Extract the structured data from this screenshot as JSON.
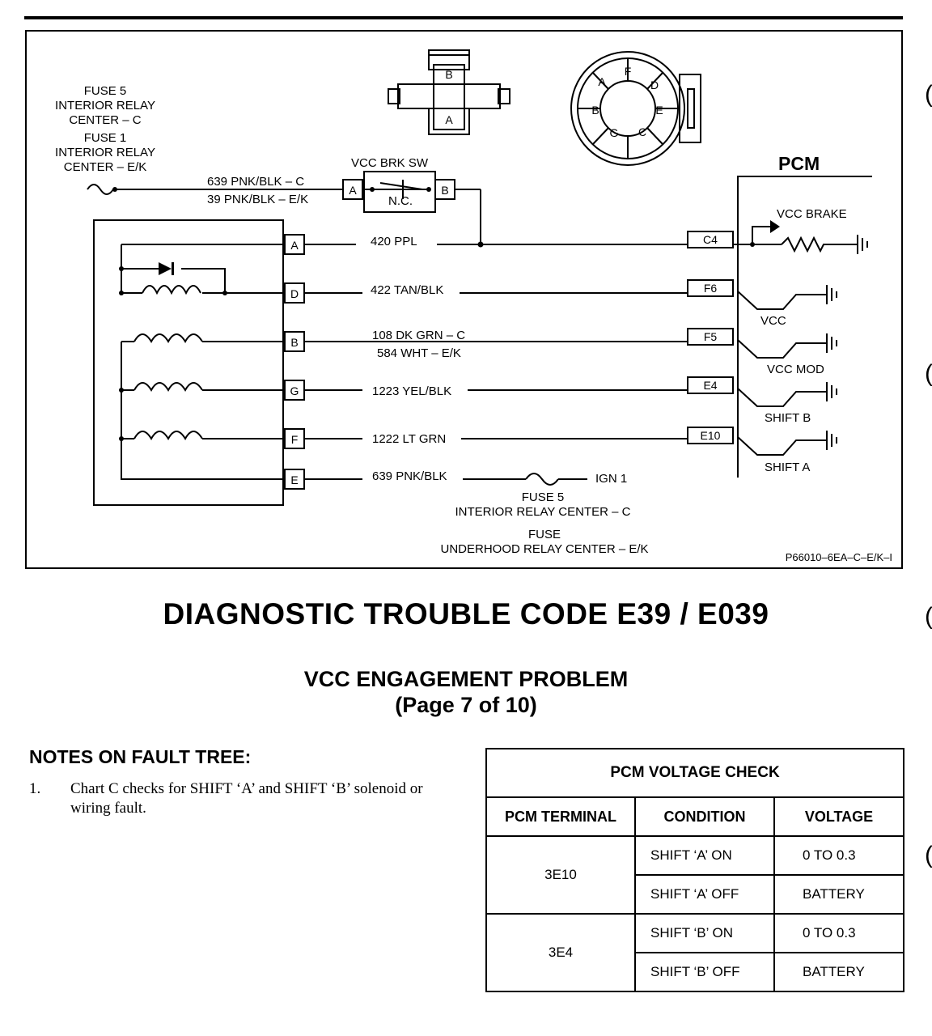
{
  "diagram": {
    "fuse_top": [
      "FUSE 5",
      "INTERIOR RELAY",
      "CENTER – C",
      "FUSE 1",
      "INTERIOR RELAY",
      "CENTER – E/K"
    ],
    "feed_wire": [
      "639 PNK/BLK – C",
      "39 PNK/BLK – E/K"
    ],
    "switch_title": "VCC BRK SW",
    "switch_pin_a": "A",
    "switch_pin_b": "B",
    "switch_nc": "N.C.",
    "connector_front": {
      "top": "B",
      "bottom": "A"
    },
    "connector_round": [
      "A",
      "F",
      "D",
      "B",
      "E",
      "G",
      "C"
    ],
    "pcm_title": "PCM",
    "left_pins": [
      "A",
      "D",
      "B",
      "G",
      "F",
      "E"
    ],
    "wires": [
      "420 PPL",
      "422 TAN/BLK",
      "108 DK GRN – C",
      "584 WHT – E/K",
      "1223 YEL/BLK",
      "1222 LT GRN",
      "639 PNK/BLK"
    ],
    "pcm_pins": [
      "C4",
      "F6",
      "F5",
      "E4",
      "E10"
    ],
    "pcm_outputs": [
      "VCC BRAKE",
      "VCC",
      "VCC MOD",
      "SHIFT B",
      "SHIFT A"
    ],
    "ign_label": "IGN 1",
    "bottom_fuse": [
      "FUSE 5",
      "INTERIOR RELAY CENTER – C",
      "FUSE",
      "UNDERHOOD RELAY CENTER – E/K"
    ],
    "figure_code": "P66010–6EA–C–E/K–I"
  },
  "heading": "DIAGNOSTIC TROUBLE CODE E39 / E039",
  "subheading": "VCC ENGAGEMENT PROBLEM",
  "page_note": "(Page 7 of 10)",
  "notes": {
    "title": "NOTES ON FAULT TREE:",
    "items": [
      {
        "num": "1.",
        "text": "Chart C checks for SHIFT ‘A’ and SHIFT ‘B’ solenoid or wiring fault."
      }
    ]
  },
  "voltage_table": {
    "title": "PCM VOLTAGE CHECK",
    "headers": [
      "PCM TERMINAL",
      "CONDITION",
      "VOLTAGE"
    ],
    "groups": [
      {
        "terminal": "3E10",
        "rows": [
          {
            "condition": "SHIFT ‘A’ ON",
            "voltage": "0 TO 0.3"
          },
          {
            "condition": "SHIFT ‘A’ OFF",
            "voltage": "BATTERY"
          }
        ]
      },
      {
        "terminal": "3E4",
        "rows": [
          {
            "condition": "SHIFT ‘B’ ON",
            "voltage": "0 TO 0.3"
          },
          {
            "condition": "SHIFT ‘B’ OFF",
            "voltage": "BATTERY"
          }
        ]
      }
    ]
  }
}
